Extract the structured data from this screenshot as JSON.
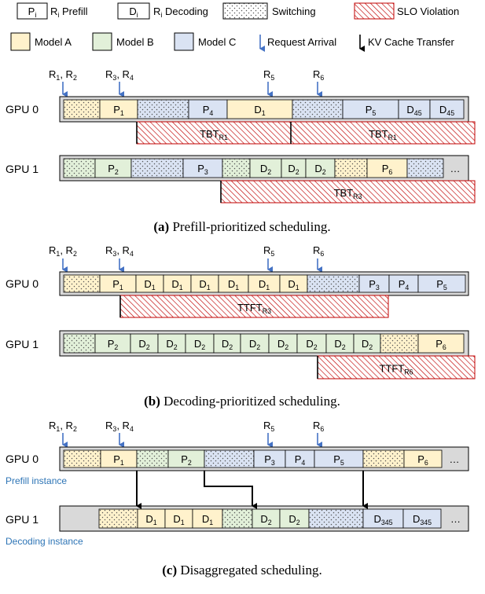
{
  "legend": {
    "row1": [
      {
        "type": "box",
        "box_text": "P",
        "box_sub": "i",
        "label": "R",
        "label_sub": "i",
        "label_tail": " Prefill"
      },
      {
        "type": "box",
        "box_text": "D",
        "box_sub": "i",
        "label": "R",
        "label_sub": "i",
        "label_tail": " Decoding"
      },
      {
        "type": "switch",
        "label": "Switching"
      },
      {
        "type": "slo",
        "label": "SLO Violation"
      }
    ],
    "row2": [
      {
        "type": "model",
        "model": "A",
        "label": "Model A"
      },
      {
        "type": "model",
        "model": "B",
        "label": "Model B"
      },
      {
        "type": "model",
        "model": "C",
        "label": "Model C"
      },
      {
        "type": "arrival",
        "label": "Request Arrival"
      },
      {
        "type": "kv",
        "label": "KV Cache Transfer"
      }
    ]
  },
  "colors": {
    "model_A": "#fff2cc",
    "model_B": "#e2f0d9",
    "model_C": "#dae3f3",
    "bar_bg": "#d9d9d9",
    "slo": "#c00000",
    "arrow_blue": "#4472c4",
    "caption_blue": "#2e75b6"
  },
  "panels": [
    {
      "id": "a",
      "caption_letter": "(a)",
      "caption_text": " Prefill-prioritized scheduling.",
      "arrivals": [
        {
          "text": "R",
          "sub": "1",
          "text2": ", R",
          "sub2": "2"
        },
        {
          "text": "R",
          "sub": "3",
          "text2": ", R",
          "sub2": "4"
        },
        {
          "text": "R",
          "sub": "5"
        },
        {
          "text": "R",
          "sub": "6"
        }
      ],
      "rows": [
        {
          "label": "GPU 0",
          "segments": [
            {
              "m": "A",
              "t": "switch"
            },
            {
              "m": "A",
              "text": "P",
              "sub": "1"
            },
            {
              "m": "C",
              "t": "switch"
            },
            {
              "m": "C",
              "text": "P",
              "sub": "4"
            },
            {
              "m": "A",
              "text": "D",
              "sub": "1"
            },
            {
              "m": "C",
              "t": "switch"
            },
            {
              "m": "C",
              "text": "P",
              "sub": "5"
            },
            {
              "m": "C",
              "text": "D",
              "sub": "45"
            },
            {
              "m": "C",
              "text": "D",
              "sub": "45"
            }
          ],
          "slos": [
            {
              "text": "TBT",
              "sub": "R1"
            },
            {
              "text": "TBT",
              "sub": "R1"
            }
          ]
        },
        {
          "label": "GPU 1",
          "segments": [
            {
              "m": "B",
              "t": "switch"
            },
            {
              "m": "B",
              "text": "P",
              "sub": "2"
            },
            {
              "m": "C",
              "t": "switch"
            },
            {
              "m": "C",
              "text": "P",
              "sub": "3"
            },
            {
              "m": "B",
              "t": "switch"
            },
            {
              "m": "B",
              "text": "D",
              "sub": "2"
            },
            {
              "m": "B",
              "text": "D",
              "sub": "2"
            },
            {
              "m": "B",
              "text": "D",
              "sub": "2"
            },
            {
              "m": "A",
              "t": "switch"
            },
            {
              "m": "A",
              "text": "P",
              "sub": "6"
            },
            {
              "m": "C",
              "t": "switch"
            },
            {
              "m": "none",
              "text": "…"
            }
          ],
          "slos": [
            {
              "text": "TBT",
              "sub": "R3"
            }
          ]
        }
      ]
    },
    {
      "id": "b",
      "caption_letter": "(b)",
      "caption_text": " Decoding-prioritized scheduling.",
      "arrivals": [
        {
          "text": "R",
          "sub": "1",
          "text2": ", R",
          "sub2": "2"
        },
        {
          "text": "R",
          "sub": "3",
          "text2": ", R",
          "sub2": "4"
        },
        {
          "text": "R",
          "sub": "5"
        },
        {
          "text": "R",
          "sub": "6"
        }
      ],
      "rows": [
        {
          "label": "GPU 0",
          "segments": [
            {
              "m": "A",
              "t": "switch"
            },
            {
              "m": "A",
              "text": "P",
              "sub": "1"
            },
            {
              "m": "A",
              "text": "D",
              "sub": "1"
            },
            {
              "m": "A",
              "text": "D",
              "sub": "1"
            },
            {
              "m": "A",
              "text": "D",
              "sub": "1"
            },
            {
              "m": "A",
              "text": "D",
              "sub": "1"
            },
            {
              "m": "A",
              "text": "D",
              "sub": "1"
            },
            {
              "m": "A",
              "text": "D",
              "sub": "1"
            },
            {
              "m": "C",
              "t": "switch"
            },
            {
              "m": "C",
              "text": "P",
              "sub": "3"
            },
            {
              "m": "C",
              "text": "P",
              "sub": "4"
            },
            {
              "m": "C",
              "text": "P",
              "sub": "5"
            }
          ],
          "slos": [
            {
              "text": "TTFT",
              "sub": "R3"
            }
          ]
        },
        {
          "label": "GPU 1",
          "segments": [
            {
              "m": "B",
              "t": "switch"
            },
            {
              "m": "B",
              "text": "P",
              "sub": "2"
            },
            {
              "m": "B",
              "text": "D",
              "sub": "2"
            },
            {
              "m": "B",
              "text": "D",
              "sub": "2"
            },
            {
              "m": "B",
              "text": "D",
              "sub": "2"
            },
            {
              "m": "B",
              "text": "D",
              "sub": "2"
            },
            {
              "m": "B",
              "text": "D",
              "sub": "2"
            },
            {
              "m": "B",
              "text": "D",
              "sub": "2"
            },
            {
              "m": "B",
              "text": "D",
              "sub": "2"
            },
            {
              "m": "B",
              "text": "D",
              "sub": "2"
            },
            {
              "m": "B",
              "text": "D",
              "sub": "2"
            },
            {
              "m": "A",
              "t": "switch"
            },
            {
              "m": "A",
              "text": "P",
              "sub": "6"
            }
          ],
          "slos": [
            {
              "text": "TTFT",
              "sub": "R6"
            }
          ]
        }
      ]
    },
    {
      "id": "c",
      "caption_letter": "(c)",
      "caption_text": " Disaggregated scheduling.",
      "arrivals": [
        {
          "text": "R",
          "sub": "1",
          "text2": ", R",
          "sub2": "2"
        },
        {
          "text": "R",
          "sub": "3",
          "text2": ", R",
          "sub2": "4"
        },
        {
          "text": "R",
          "sub": "5"
        },
        {
          "text": "R",
          "sub": "6"
        }
      ],
      "rows": [
        {
          "label": "GPU 0",
          "sublabel": "Prefill instance",
          "segments": [
            {
              "m": "A",
              "t": "switch"
            },
            {
              "m": "A",
              "text": "P",
              "sub": "1"
            },
            {
              "m": "B",
              "t": "switch"
            },
            {
              "m": "B",
              "text": "P",
              "sub": "2"
            },
            {
              "m": "C",
              "t": "switch"
            },
            {
              "m": "C",
              "text": "P",
              "sub": "3"
            },
            {
              "m": "C",
              "text": "P",
              "sub": "4"
            },
            {
              "m": "C",
              "text": "P",
              "sub": "5"
            },
            {
              "m": "A",
              "t": "switch"
            },
            {
              "m": "A",
              "text": "P",
              "sub": "6"
            },
            {
              "m": "none",
              "text": "…"
            }
          ],
          "slos": []
        },
        {
          "label": "GPU 1",
          "sublabel": "Decoding instance",
          "segments": [
            {
              "m": "A",
              "t": "switch"
            },
            {
              "m": "A",
              "text": "D",
              "sub": "1"
            },
            {
              "m": "A",
              "text": "D",
              "sub": "1"
            },
            {
              "m": "A",
              "text": "D",
              "sub": "1"
            },
            {
              "m": "B",
              "t": "switch"
            },
            {
              "m": "B",
              "text": "D",
              "sub": "2"
            },
            {
              "m": "B",
              "text": "D",
              "sub": "2"
            },
            {
              "m": "C",
              "t": "switch"
            },
            {
              "m": "C",
              "text": "D",
              "sub": "345"
            },
            {
              "m": "C",
              "text": "D",
              "sub": "345"
            },
            {
              "m": "none",
              "text": "…"
            }
          ],
          "slos": []
        }
      ],
      "kv_transfers": [
        {
          "id": "p1-d1"
        },
        {
          "id": "p2-d2"
        },
        {
          "id": "p5-d345"
        }
      ]
    }
  ]
}
